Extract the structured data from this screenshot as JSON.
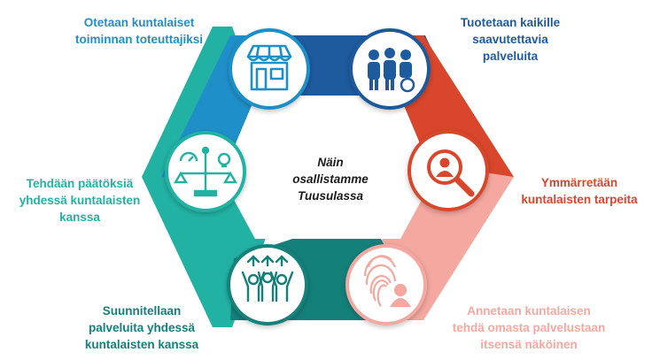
{
  "center": {
    "text": "Näin\nosallistamme\nTuusulassa"
  },
  "steps": [
    {
      "id": "top-left",
      "text": "Otetaan kuntalaiset\ntoiminnan toteuttajiksi",
      "color": "#1f8fc9",
      "icon": "storefront-icon"
    },
    {
      "id": "top-right",
      "text": "Tuotetaan kaikille\nsaavutettavia\npalveluita",
      "color": "#1e5a9e",
      "icon": "accessible-people-icon"
    },
    {
      "id": "right",
      "text": "Ymmärretään\nkuntalaisten tarpeita",
      "color": "#d9462b",
      "icon": "magnifier-person-icon"
    },
    {
      "id": "bottom-right",
      "text": "Annetaan kuntalaisen\ntehdä omasta palvelustaan\nitsensä näköinen",
      "color": "#f4a8a0",
      "icon": "fingerprint-person-icon"
    },
    {
      "id": "bottom-left",
      "text": "Suunnitellaan\npalveluita yhdessä\nkuntalaisten kanssa",
      "color": "#14807a",
      "icon": "group-hands-up-icon"
    },
    {
      "id": "left",
      "text": "Tehdään päätöksiä\nyhdessä kuntalaisten\nkanssa",
      "color": "#22b2a4",
      "icon": "balance-scale-icon"
    }
  ]
}
